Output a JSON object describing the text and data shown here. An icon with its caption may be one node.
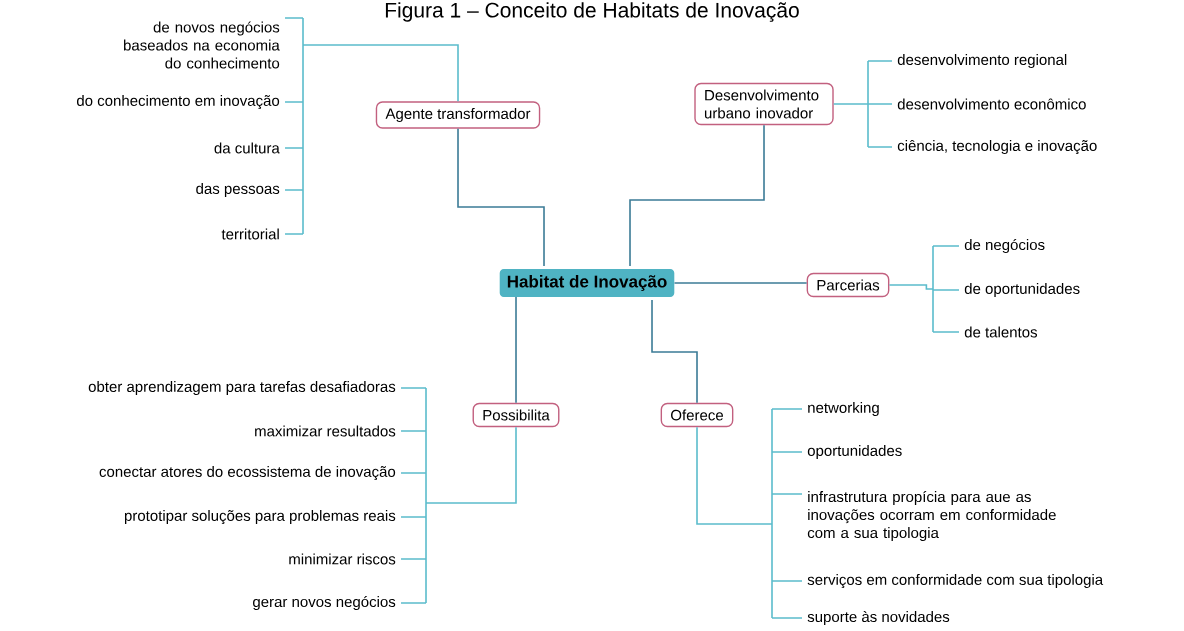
{
  "diagram": {
    "title": "Figura 1 – Conceito de Habitats de Inovação",
    "nodes": [
      {
        "text": [
          "Habitat de Inovação"
        ]
      },
      {
        "text": [
          "Agente transformador"
        ]
      },
      {
        "text": [
          "Desenvolvimento urbano inovador"
        ]
      },
      {
        "text": [
          "Parcerias"
        ]
      },
      {
        "text": [
          "Possibilita"
        ]
      },
      {
        "text": [
          "Oferece"
        ]
      },
      {
        "text": [
          "de novos negócios baseados na economia do conhecimento"
        ]
      },
      {
        "text": [
          "do conhecimento em inovação"
        ]
      },
      {
        "text": [
          "da cultura"
        ]
      },
      {
        "text": [
          "das pessoas"
        ]
      },
      {
        "text": [
          "territorial"
        ]
      },
      {
        "text": [
          "desenvolvimento regional"
        ]
      },
      {
        "text": [
          "desenvolvimento econômico"
        ]
      },
      {
        "text": [
          "ciência, tecnologia e inovação"
        ]
      },
      {
        "text": [
          "de negócios"
        ]
      },
      {
        "text": [
          "de oportunidades"
        ]
      },
      {
        "text": [
          "de talentos"
        ]
      },
      {
        "text": [
          "obter aprendizagem para tarefas desafiadoras"
        ]
      },
      {
        "text": [
          "maximizar resultados"
        ]
      },
      {
        "text": [
          "conectar atores do ecossistema de inovação"
        ]
      },
      {
        "text": [
          "prototipar soluções para problemas reais"
        ]
      },
      {
        "text": [
          "minimizar riscos"
        ]
      },
      {
        "text": [
          "gerar novos negócios"
        ]
      },
      {
        "text": [
          "networking"
        ]
      },
      {
        "text": [
          "oportunidades"
        ]
      },
      {
        "text": [
          "infrastrutura propícia para aue as inovações ocorram em conformidade com a sua tipologia"
        ]
      },
      {
        "text": [
          "serviços em conformidade com sua tipologia"
        ]
      },
      {
        "text": [
          "suporte às novidades"
        ]
      }
    ],
    "edges": [
      {
        "from": 0,
        "to": 1,
        "arrow": "none",
        "color": "#3b7b96"
      },
      {
        "from": 0,
        "to": 2,
        "arrow": "none",
        "color": "#3b7b96"
      },
      {
        "from": 0,
        "to": 3,
        "arrow": "none",
        "color": "#3b7b96"
      },
      {
        "from": 0,
        "to": 4,
        "arrow": "none",
        "color": "#3b7b96"
      },
      {
        "from": 0,
        "to": 5,
        "arrow": "none",
        "color": "#3b7b96"
      },
      {
        "from": 1,
        "to": 6,
        "arrow": "none"
      },
      {
        "from": 1,
        "to": 7,
        "arrow": "none"
      },
      {
        "from": 1,
        "to": 8,
        "arrow": "none"
      },
      {
        "from": 1,
        "to": 9,
        "arrow": "none"
      },
      {
        "from": 1,
        "to": 10,
        "arrow": "none"
      },
      {
        "from": 2,
        "to": 11,
        "arrow": "none"
      },
      {
        "from": 2,
        "to": 12,
        "arrow": "none"
      },
      {
        "from": 2,
        "to": 13,
        "arrow": "none"
      },
      {
        "from": 3,
        "to": 14,
        "arrow": "none"
      },
      {
        "from": 3,
        "to": 15,
        "arrow": "none"
      },
      {
        "from": 3,
        "to": 16,
        "arrow": "none"
      },
      {
        "from": 4,
        "to": 17,
        "arrow": "none"
      },
      {
        "from": 4,
        "to": 18,
        "arrow": "none"
      },
      {
        "from": 4,
        "to": 19,
        "arrow": "none"
      },
      {
        "from": 4,
        "to": 20,
        "arrow": "none"
      },
      {
        "from": 4,
        "to": 21,
        "arrow": "none"
      },
      {
        "from": 4,
        "to": 22,
        "arrow": "none"
      },
      {
        "from": 5,
        "to": 23,
        "arrow": "none"
      },
      {
        "from": 5,
        "to": 24,
        "arrow": "none"
      },
      {
        "from": 5,
        "to": 25,
        "arrow": "none"
      },
      {
        "from": 5,
        "to": 26,
        "arrow": "none"
      },
      {
        "from": 5,
        "to": 27,
        "arrow": "none"
      }
    ]
  }
}
